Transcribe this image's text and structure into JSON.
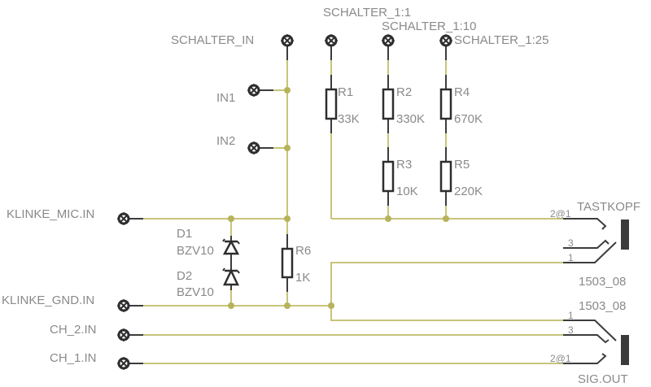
{
  "schematic": {
    "colors": {
      "wire": "#c8c47a",
      "junction": "#b7b35a",
      "component": "#2e2e2e",
      "label": "#8a8a8a"
    },
    "connectors": {
      "schalter_in": "SCHALTER_IN",
      "schalter_1_1": "SCHALTER_1:1",
      "schalter_1_10": "SCHALTER_1:10",
      "schalter_1_25": "SCHALTER_1:25",
      "in1": "IN1",
      "in2": "IN2",
      "klinke_mic_in": "KLINKE_MIC.IN",
      "klinke_gnd_in": "KLINKE_GND.IN",
      "ch2_in": "CH_2.IN",
      "ch1_in": "CH_1.IN"
    },
    "resistors": [
      {
        "name": "R1",
        "value": "33K"
      },
      {
        "name": "R2",
        "value": "330K"
      },
      {
        "name": "R3",
        "value": "10K"
      },
      {
        "name": "R4",
        "value": "670K"
      },
      {
        "name": "R5",
        "value": "220K"
      },
      {
        "name": "R6",
        "value": "1K"
      }
    ],
    "diodes": [
      {
        "name": "D1",
        "value": "BZV10"
      },
      {
        "name": "D2",
        "value": "BZV10"
      }
    ],
    "jacks": [
      {
        "name": "TASTKOPF",
        "part": "1503_08",
        "pins": [
          "2@1",
          "3",
          "1"
        ]
      },
      {
        "name": "SIG.OUT",
        "part": "1503_08",
        "pins": [
          "1",
          "3",
          "2@1"
        ]
      }
    ]
  }
}
